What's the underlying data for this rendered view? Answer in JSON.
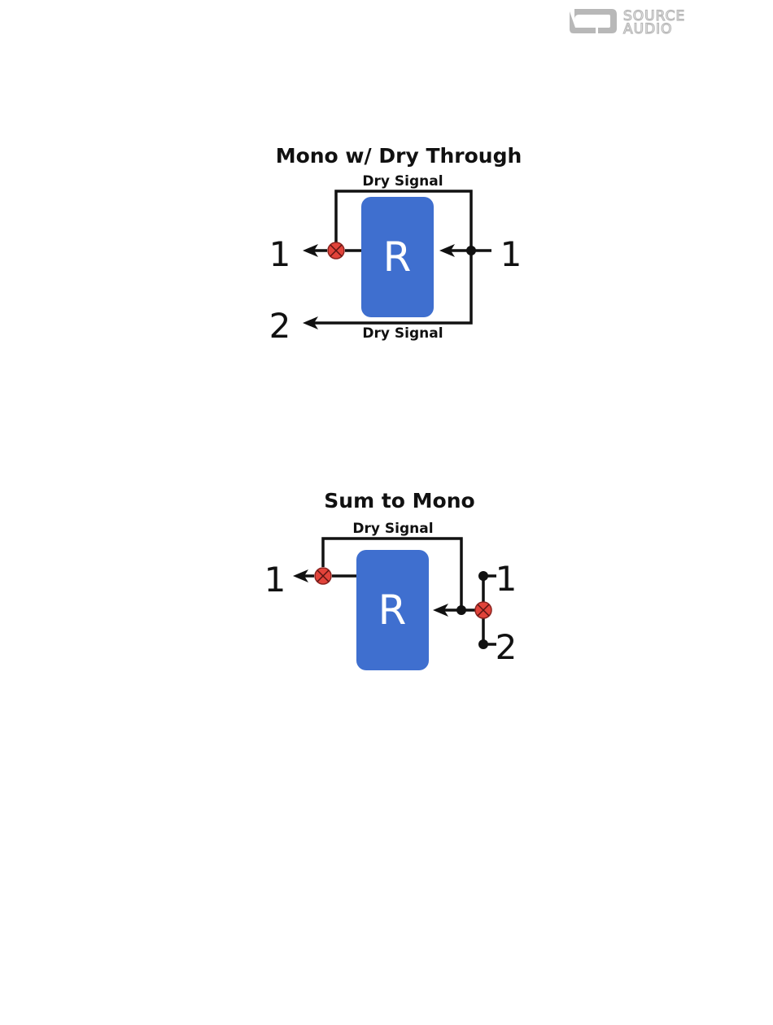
{
  "logo": {
    "line1": "SOURCE",
    "line2": "AUDIO"
  },
  "diagram1": {
    "title": "Mono w/ Dry Through",
    "dry_label_top": "Dry Signal",
    "dry_label_bottom": "Dry Signal",
    "block_label": "R",
    "output_1": "1",
    "output_2": "2",
    "input_1": "1"
  },
  "diagram2": {
    "title": "Sum to Mono",
    "dry_label": "Dry Signal",
    "block_label": "R",
    "output_1": "1",
    "input_1": "1",
    "input_2": "2"
  },
  "colors": {
    "block": "#3f6fcf",
    "summing_node": "#e2433a",
    "wire": "#111111",
    "logo": "#b8b8b8"
  }
}
